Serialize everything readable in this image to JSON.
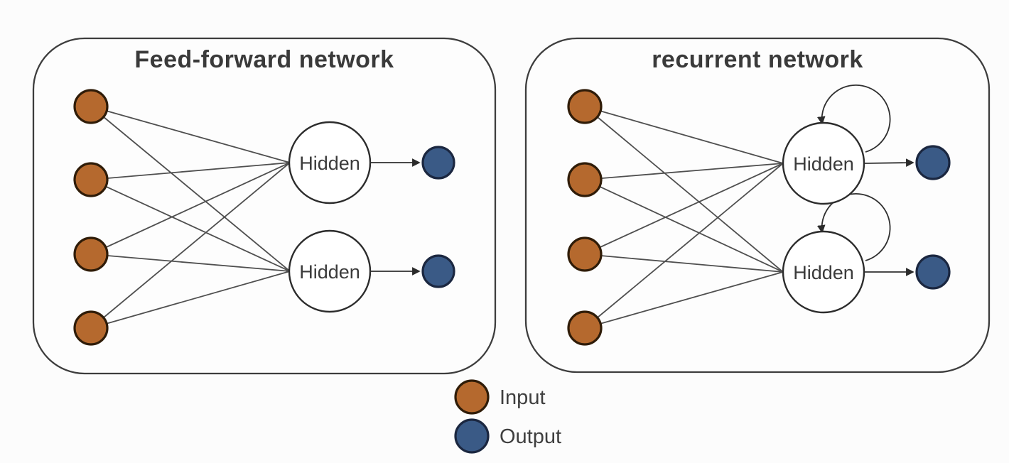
{
  "diagram": {
    "background": "#fcfcfc",
    "panels": [
      {
        "title": "Feed-forward network",
        "type": "feed-forward",
        "input_count": 4,
        "hidden": [
          "Hidden",
          "Hidden"
        ],
        "output_count": 2,
        "self_loops": false
      },
      {
        "title": "recurrent network",
        "type": "recurrent",
        "input_count": 4,
        "hidden": [
          "Hidden",
          "Hidden"
        ],
        "output_count": 2,
        "self_loops": true
      }
    ],
    "colors": {
      "input_fill": "#b5692e",
      "output_fill": "#3a5a86",
      "hidden_fill": "#ffffff"
    },
    "legend": [
      {
        "label": "Input",
        "color": "#b5692e"
      },
      {
        "label": "Output",
        "color": "#3a5a86"
      }
    ]
  }
}
